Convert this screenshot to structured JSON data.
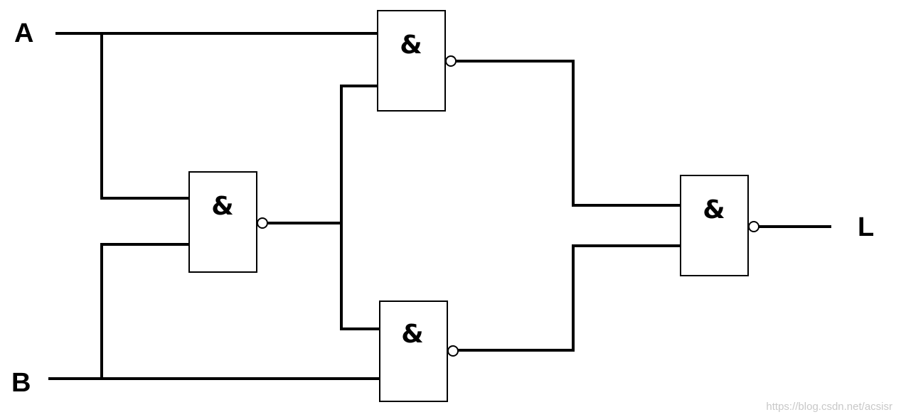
{
  "inputs": {
    "a_label": "A",
    "b_label": "B"
  },
  "output": {
    "label": "L"
  },
  "gates": {
    "gate1_symbol": "&",
    "gate2_symbol": "&",
    "gate3_symbol": "&",
    "gate4_symbol": "&"
  },
  "watermark": "https://blog.csdn.net/acsisr"
}
